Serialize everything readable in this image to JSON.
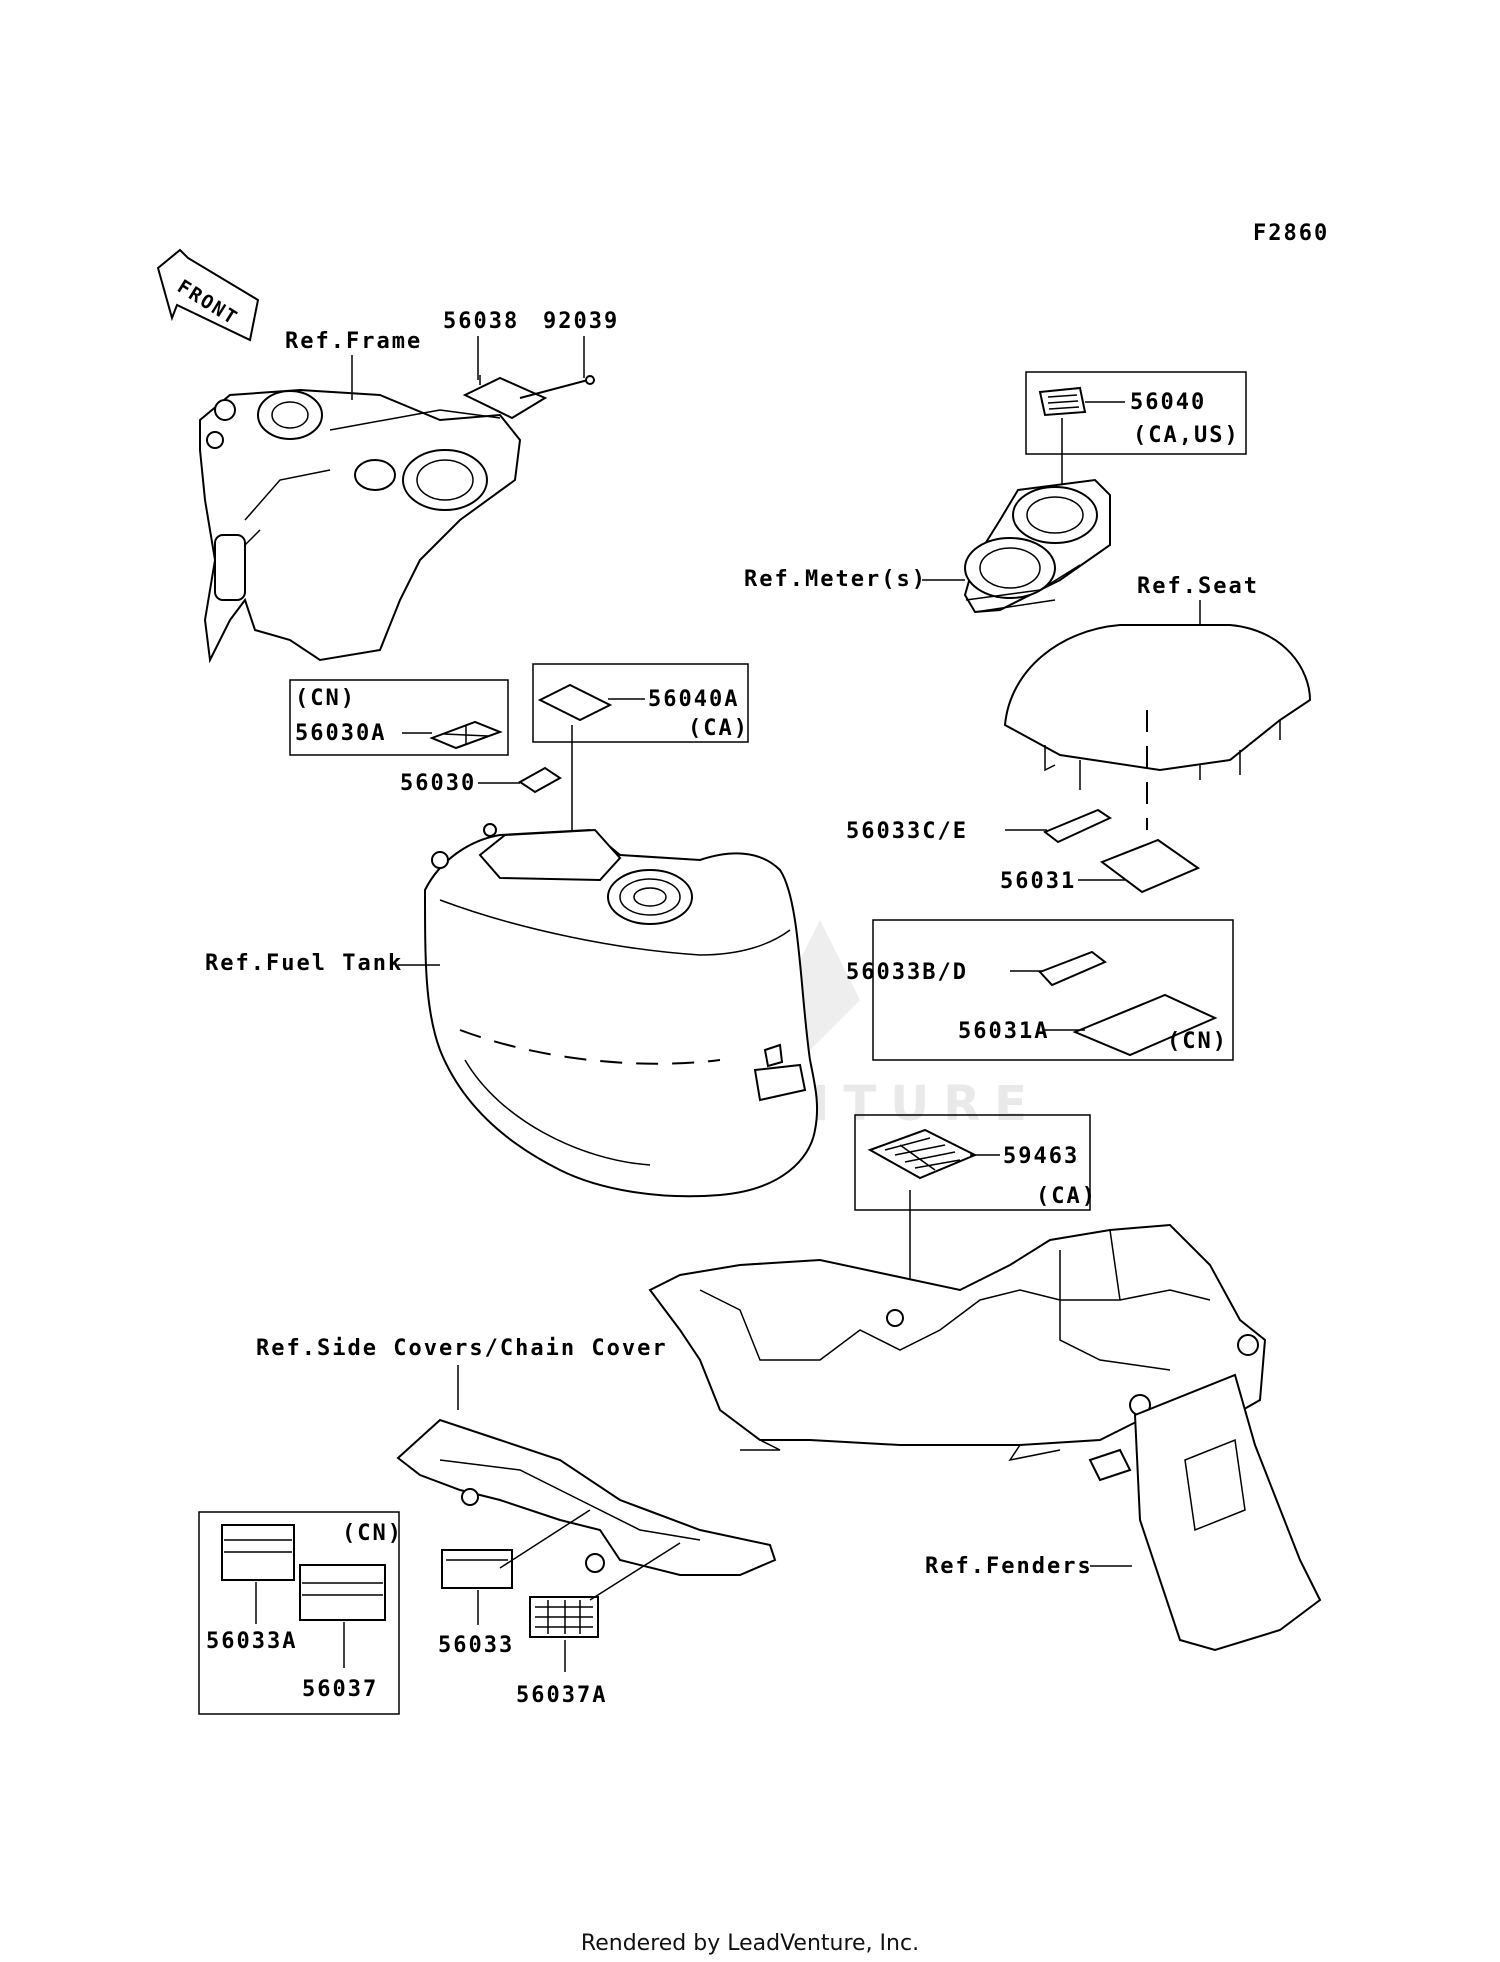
{
  "figure_code": "F2860",
  "front_arrow": "FRONT",
  "refs": {
    "frame": "Ref.Frame",
    "meters": "Ref.Meter(s)",
    "seat": "Ref.Seat",
    "fuel_tank": "Ref.Fuel Tank",
    "side_covers": "Ref.Side Covers/Chain Cover",
    "fenders": "Ref.Fenders"
  },
  "parts": {
    "p56038": "56038",
    "p92039": "92039",
    "p56040": "56040",
    "p56040_region": "(CA,US)",
    "p56030a_region": "(CN)",
    "p56030a": "56030A",
    "p56040a": "56040A",
    "p56040a_region": "(CA)",
    "p56030": "56030",
    "p56033ce": "56033C/E",
    "p56031": "56031",
    "p56033bd": "56033B/D",
    "p56031a": "56031A",
    "p56031a_region": "(CN)",
    "p59463": "59463",
    "p59463_region": "(CA)",
    "p56033a_region": "(CN)",
    "p56033a": "56033A",
    "p56037": "56037",
    "p56033": "56033",
    "p56037a": "56037A"
  },
  "watermark": "LEADVENTURE",
  "footer": "Rendered by LeadVenture, Inc."
}
